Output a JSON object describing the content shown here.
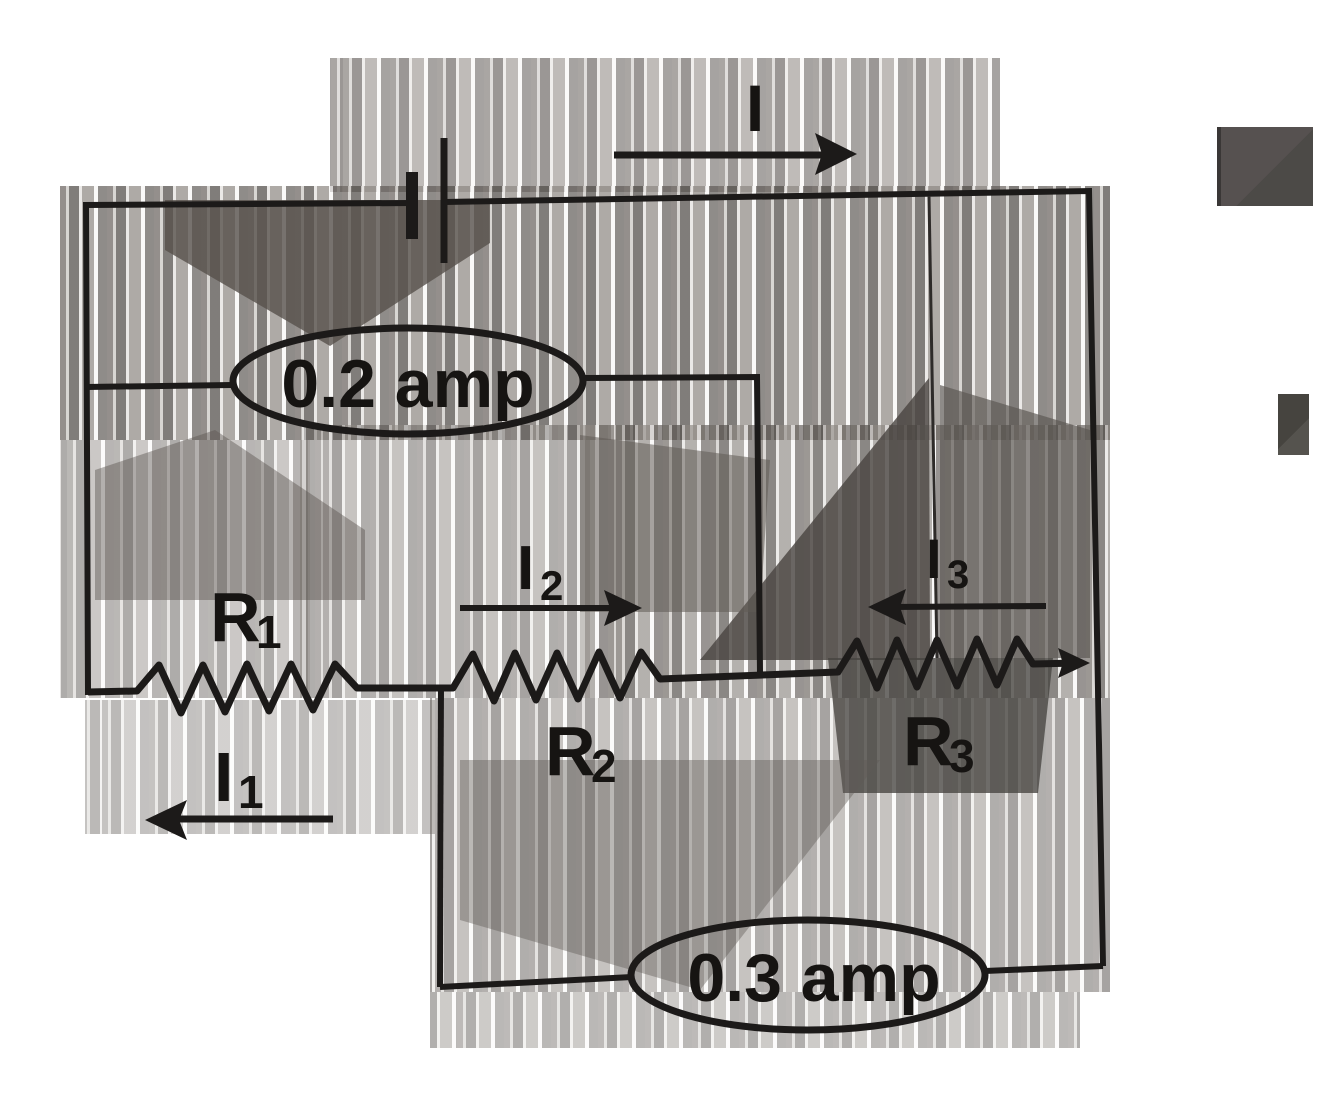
{
  "figure": {
    "type": "physics-circuit-diagram",
    "background_color": "#ffffff",
    "ink_color": "#1c1a19",
    "battery": {
      "type": "single-cell",
      "orientation": "in-top-wire"
    },
    "source_current": {
      "label": "I",
      "direction": "right"
    },
    "ammeters": [
      {
        "id": "upper-branch",
        "reading": "0.2 amp"
      },
      {
        "id": "lower-branch",
        "reading": "0.3 amp"
      }
    ],
    "resistors": [
      {
        "label": "R",
        "sub": "1"
      },
      {
        "label": "R",
        "sub": "2"
      },
      {
        "label": "R",
        "sub": "3"
      }
    ],
    "currents": [
      {
        "label": "I",
        "sub": "1",
        "direction": "left"
      },
      {
        "label": "I",
        "sub": "2",
        "direction": "right"
      },
      {
        "label": "I",
        "sub": "3",
        "direction": "left"
      }
    ],
    "artifact_colors": {
      "large_swatch": "#565150",
      "large_swatch_shade": "#4c4a47",
      "small_swatch": "#46443f",
      "small_swatch_shade": "#55534e"
    }
  }
}
